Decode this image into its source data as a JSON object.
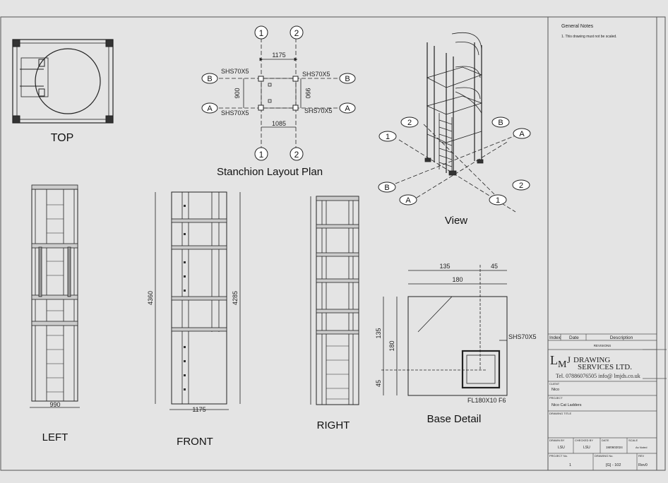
{
  "views": {
    "top": "TOP",
    "stanchion": "Stanchion Layout Plan",
    "iso": "View",
    "left": "LEFT",
    "front": "FRONT",
    "right": "RIGHT",
    "base": "Base Detail"
  },
  "grid": {
    "one": "1",
    "two": "2",
    "a": "A",
    "b": "B"
  },
  "plan_dims": {
    "top": "1175",
    "bottom": "1085",
    "left": "900",
    "right": "990"
  },
  "sections": {
    "shs": "SHS70X5"
  },
  "elev_dims": {
    "left_width": "990",
    "front_width": "1175",
    "front_height_left": "4360",
    "front_height_right": "4285"
  },
  "base_dims": {
    "d135_top": "135",
    "d45_top": "45",
    "d180_top": "180",
    "d135_side": "135",
    "d180_side": "180",
    "d45_side": "45",
    "plate": "FL180X10 F6"
  },
  "title_block": {
    "general_notes_title": "General Notes",
    "note_1": "1.  This drawing must not be scaled.",
    "rev_index": "Index",
    "rev_date": "Date",
    "rev_desc": "Description",
    "revisions": "REVISIONS",
    "company_l": "L",
    "company_m": "M",
    "company_j": "J",
    "company_line1": "DRAWING",
    "company_line2": "SERVICES LTD.",
    "contact": "Tel. 07886076505   info@ lmjds.co.uk",
    "client_label": "CLIENT",
    "client": "Nico",
    "project_label": "PROJECT",
    "project": "Nico Cat Ladders",
    "drawing_title_label": "DRAWING TITLE",
    "drawn_by_label": "DRAWN BY",
    "drawn_by": "LSU",
    "checked_by_label": "CHECKED BY",
    "checked_by": "LSU",
    "date_label": "DATE",
    "date": "1M0602024",
    "scale_label": "SCALE",
    "scale": "As Noted",
    "project_no_label": "PROJECT No.",
    "project_no": "1",
    "drawing_no_label": "DRAWING No.",
    "drawing_no": "[G] -  102",
    "rev_label": "REV",
    "rev": "Rev0"
  }
}
